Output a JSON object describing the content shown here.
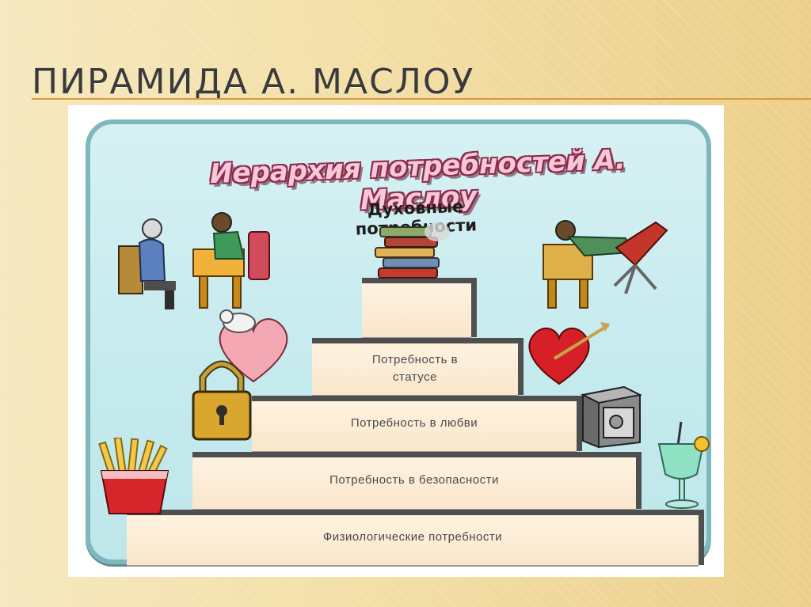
{
  "slide": {
    "title": "ПИРАМИДА А. МАСЛОУ"
  },
  "figure": {
    "heading": "Иерархия потребностей А. Маслоу",
    "spiritual_label": "Духовные потребности",
    "levels": [
      {
        "label": "Физиологические потребности"
      },
      {
        "label": "Потребность в безопасности"
      },
      {
        "label": "Потребность в любви"
      },
      {
        "label_lines": [
          "Потребность в",
          "статусе"
        ]
      }
    ],
    "icons": [
      "person-at-desk-icon",
      "reclining-person-icon",
      "books-icon",
      "heart-with-cat-icon",
      "heart-with-arrow-icon",
      "padlock-icon",
      "safe-icon",
      "fries-icon",
      "cocktail-icon"
    ]
  },
  "colors": {
    "background": "#f3dfa6",
    "title_rule": "#d99a3a",
    "panel": "#c4eaee",
    "panel_border": "#7fb7bd",
    "step_face": "#fff4e3",
    "step_edge": "#4f4f4f",
    "heading_fill": "#f7c9d6",
    "heading_outline": "#8e2a4d"
  }
}
